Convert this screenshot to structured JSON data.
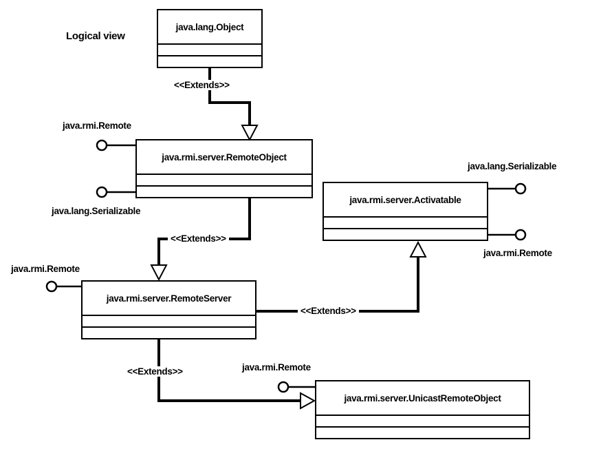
{
  "diagram": {
    "view_label": "Logical view",
    "stereotype_extends": "<<Extends>>",
    "classes": [
      {
        "id": "object",
        "name": "java.lang.Object"
      },
      {
        "id": "remote-object",
        "name": "java.rmi.server.RemoteObject"
      },
      {
        "id": "activatable",
        "name": "java.rmi.server.Activatable"
      },
      {
        "id": "remote-server",
        "name": "java.rmi.server.RemoteServer"
      },
      {
        "id": "unicast-remote-object",
        "name": "java.rmi.server.UnicastRemoteObject"
      }
    ],
    "interfaces": {
      "remote": "java.rmi.Remote",
      "serializable": "java.lang.Serializable"
    },
    "relationships": [
      {
        "from": "java.lang.Object",
        "to": "java.rmi.server.RemoteObject",
        "type": "extends"
      },
      {
        "from": "java.rmi.server.RemoteObject",
        "to": "java.rmi.server.RemoteServer",
        "type": "extends"
      },
      {
        "from": "java.rmi.server.RemoteServer",
        "to": "java.rmi.server.Activatable",
        "type": "extends"
      },
      {
        "from": "java.rmi.server.RemoteServer",
        "to": "java.rmi.server.UnicastRemoteObject",
        "type": "extends"
      }
    ],
    "colors": {
      "line": "#000000",
      "background": "#ffffff"
    }
  }
}
